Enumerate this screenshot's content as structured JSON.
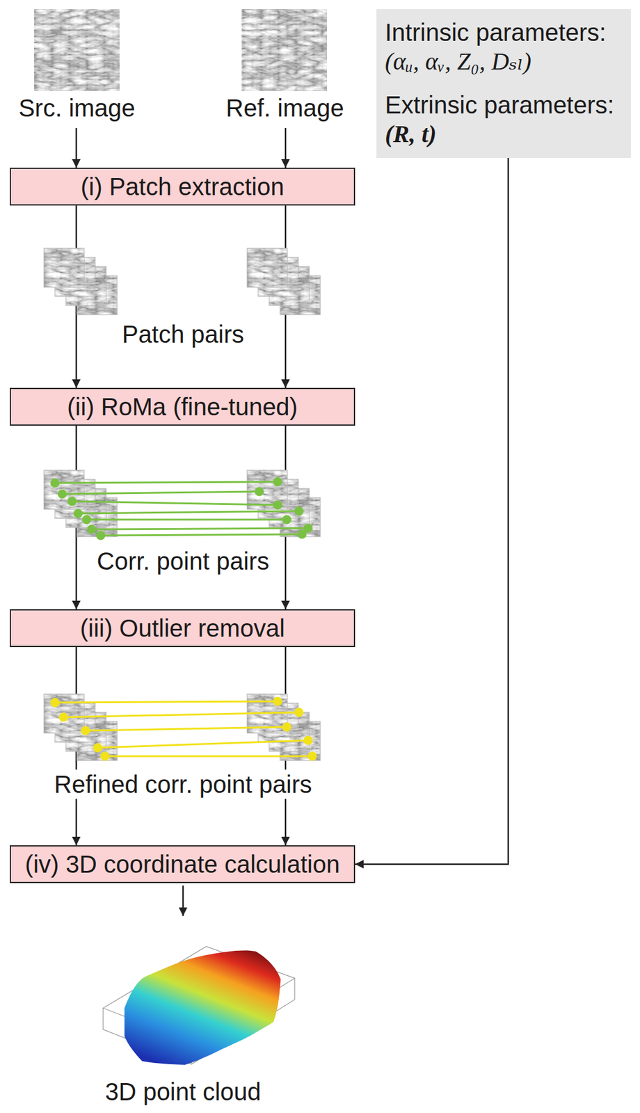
{
  "diagram": {
    "nodes": [
      {
        "text": [
          "(i) Patch extraction"
        ]
      },
      {
        "text": [
          "(ii) RoMa (fine-tuned)"
        ]
      },
      {
        "text": [
          "(iii) Outlier removal"
        ]
      },
      {
        "text": [
          "(iv) 3D coordinate calculation"
        ]
      },
      {
        "text": [
          "Intrinsic parameters:",
          "(αᵤ, αᵥ, Z₀, Dₛₗ)",
          "Extrinsic parameters:",
          "(R, t)"
        ]
      }
    ],
    "edges": [
      {
        "from": 0,
        "to": 1,
        "arrow": "to"
      },
      {
        "from": 0,
        "to": 1,
        "arrow": "to"
      },
      {
        "from": 1,
        "to": 2,
        "arrow": "to"
      },
      {
        "from": 1,
        "to": 2,
        "arrow": "to"
      },
      {
        "from": 2,
        "to": 3,
        "arrow": "to"
      },
      {
        "from": 2,
        "to": 3,
        "arrow": "to"
      },
      {
        "from": 4,
        "to": 3,
        "arrow": "to"
      }
    ],
    "labels": [
      "Src. image",
      "Ref. image",
      "Patch pairs",
      "Corr. point pairs",
      "Refined corr. point pairs",
      "3D point cloud"
    ]
  }
}
